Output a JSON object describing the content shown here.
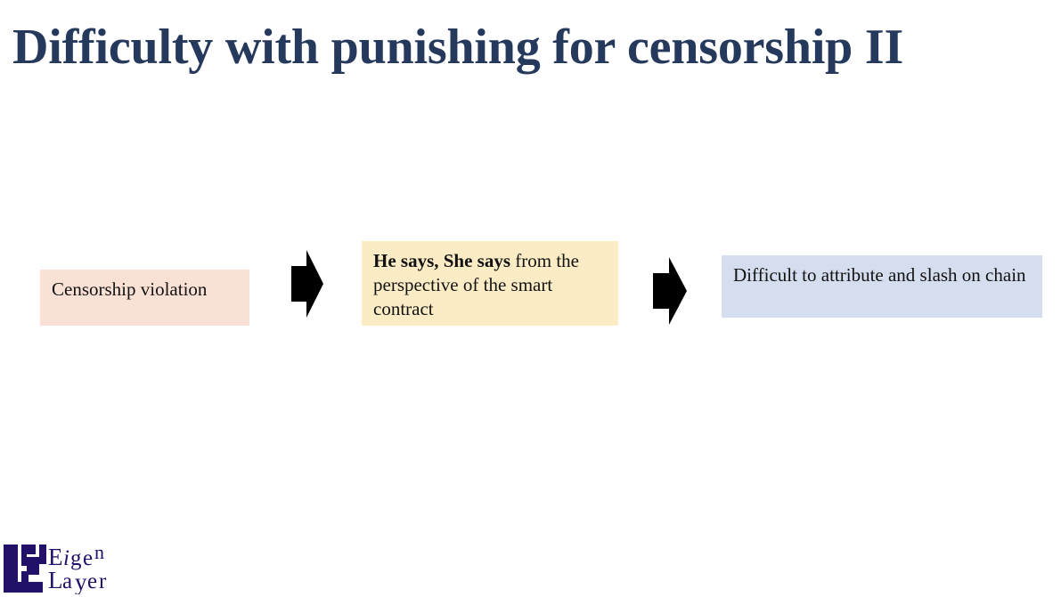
{
  "slide": {
    "title": "Difficulty with punishing for censorship II",
    "title_color": "#25395c",
    "background_color": "#ffffff"
  },
  "flow": {
    "steps": [
      {
        "id": "censorship-violation",
        "text": "Censorship violation",
        "background_color": "#fae1d5",
        "text_color": "#121212"
      },
      {
        "id": "he-says-she-says",
        "lead_text": "He says, She says",
        "rest_text": " from the perspective of the smart contract",
        "background_color": "#fcecc6",
        "text_color": "#121212"
      },
      {
        "id": "difficult-to-attribute",
        "text": "Difficult to attribute and slash on chain",
        "background_color": "#d5deef",
        "text_color": "#121212"
      }
    ],
    "connectors": [
      {
        "id": "arrow-1",
        "icon": "right-block-arrow-icon",
        "color": "#000000"
      },
      {
        "id": "arrow-2",
        "icon": "right-block-arrow-icon",
        "color": "#000000"
      }
    ]
  },
  "logo": {
    "name": "EigenLayer",
    "line1": "Eigen",
    "line2": "Layer",
    "mark_icon": "eigenlayer-mark-icon",
    "color": "#231069"
  }
}
